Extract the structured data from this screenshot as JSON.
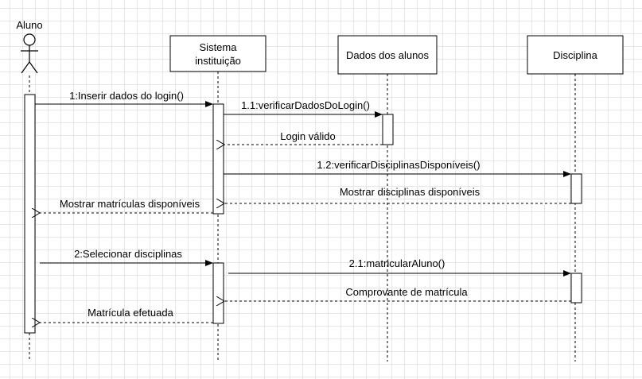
{
  "actor": {
    "name": "Aluno"
  },
  "participants": [
    {
      "line1": "Sistema",
      "line2": "instituição"
    },
    {
      "line1": "Dados dos alunos"
    },
    {
      "line1": "Disciplina"
    }
  ],
  "messages": [
    {
      "label": "1:Inserir dados do login()",
      "kind": "sync"
    },
    {
      "label": "1.1:verificarDadosDoLogin()",
      "kind": "sync"
    },
    {
      "label": "Login válido",
      "kind": "return"
    },
    {
      "label": "1.2:verificarDisciplinasDisponíveis()",
      "kind": "sync"
    },
    {
      "label": "Mostrar disciplinas disponíveis",
      "kind": "return"
    },
    {
      "label": "Mostrar matrículas disponíveis",
      "kind": "return"
    },
    {
      "label": "2:Selecionar disciplinas",
      "kind": "sync"
    },
    {
      "label": "2.1:matricularAluno()",
      "kind": "sync"
    },
    {
      "label": "Comprovante de matrícula",
      "kind": "return"
    },
    {
      "label": "Matrícula efetuada",
      "kind": "return"
    }
  ]
}
